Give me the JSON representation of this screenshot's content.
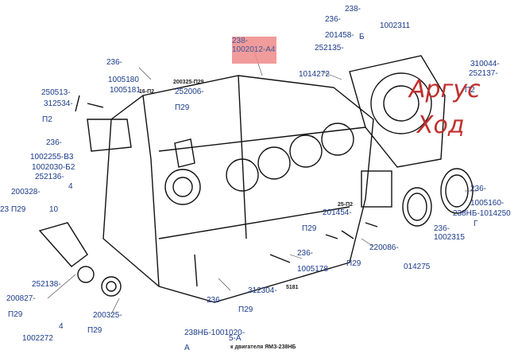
{
  "highlight": {
    "line1": "238-",
    "line2": "1002012-А4"
  },
  "labels": {
    "a": "238-",
    "b": "1002311",
    "c": "236-",
    "d": "201458-",
    "e": "Б",
    "f": "252135-",
    "g": "1014272",
    "h": "310044-",
    "i": "252137-",
    "j": "П2",
    "k": "236-",
    "l": "1005180",
    "m": "1005181",
    "n": "16-П2",
    "o": "250513-",
    "p": "312534-",
    "q": "П2",
    "r": "200325-П29",
    "s": "252006-",
    "t": "П29",
    "u": "236-",
    "v": "1002255-В3",
    "w": "1002030-Б2",
    "x": "252136-",
    "y": "4",
    "z": "200328-",
    "aa": "23",
    "ab": "П29",
    "ac": "10",
    "ad": "201454-",
    "ae": "25-П2",
    "af": "П29",
    "ag": "236-",
    "ah": "1002315",
    "ai": "236-",
    "aj": "1005160-",
    "ak": "238НБ-1014250",
    "al": "Г",
    "am": "220086-",
    "an": "П29",
    "ao": "014275",
    "ap": "236-",
    "aq": "1005178",
    "ar": "312304-",
    "as": "5181",
    "at": "236-",
    "au": "238НБ-1001020-",
    "av": "А",
    "aw": "5-А",
    "ax": "252138-",
    "ay": "200827-",
    "az": "П29",
    "ba": "200325-",
    "bb": "П29",
    "bc": "1002272",
    "bd": "4",
    "be": "П29"
  },
  "caption": "к двигателя ЯМЗ-238НБ",
  "watermark": {
    "line1": "Аргус",
    "line2": "Ход"
  },
  "colors": {
    "label": "#1a3a8a",
    "highlight": "#f08a8a",
    "watermark": "#c0302e"
  }
}
